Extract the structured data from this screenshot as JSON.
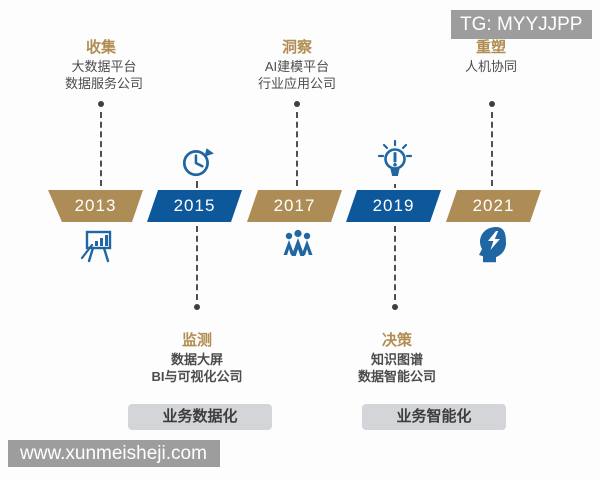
{
  "colors": {
    "gold_badge": "#ad8c56",
    "blue_badge": "#0d579b",
    "icon_blue": "#2066a2",
    "gold_text": "#b28d52",
    "dark_text": "#4c4c4c",
    "pill_bg": "#d3d5d8",
    "watermark_bg": "#9d9d9d"
  },
  "watermarks": {
    "tg": "TG: MYYJJPP",
    "site": "www.xunmeisheji.com"
  },
  "timeline": {
    "years": [
      {
        "year": "2013",
        "color": "gold"
      },
      {
        "year": "2015",
        "color": "blue"
      },
      {
        "year": "2017",
        "color": "gold"
      },
      {
        "year": "2019",
        "color": "blue"
      },
      {
        "year": "2021",
        "color": "gold"
      }
    ],
    "top_labels": [
      {
        "title": "收集",
        "line1": "大数据平台",
        "line2": "数据服务公司"
      },
      {
        "title": "洞察",
        "line1": "AI建模平台",
        "line2": "行业应用公司"
      },
      {
        "title": "重塑",
        "line1": "人机协同"
      }
    ],
    "bottom_labels": [
      {
        "title": "监测",
        "line1": "数据大屏",
        "line2": "BI与可视化公司"
      },
      {
        "title": "决策",
        "line1": "知识图谱",
        "line2": "数据智能公司"
      }
    ],
    "icons": {
      "above_2015": "history-clock",
      "above_2019": "lightbulb-alert",
      "below_2013": "presentation-chart",
      "below_2017": "team",
      "below_2021": "head-lightning"
    },
    "phases": [
      {
        "label": "业务数据化"
      },
      {
        "label": "业务智能化"
      }
    ]
  }
}
